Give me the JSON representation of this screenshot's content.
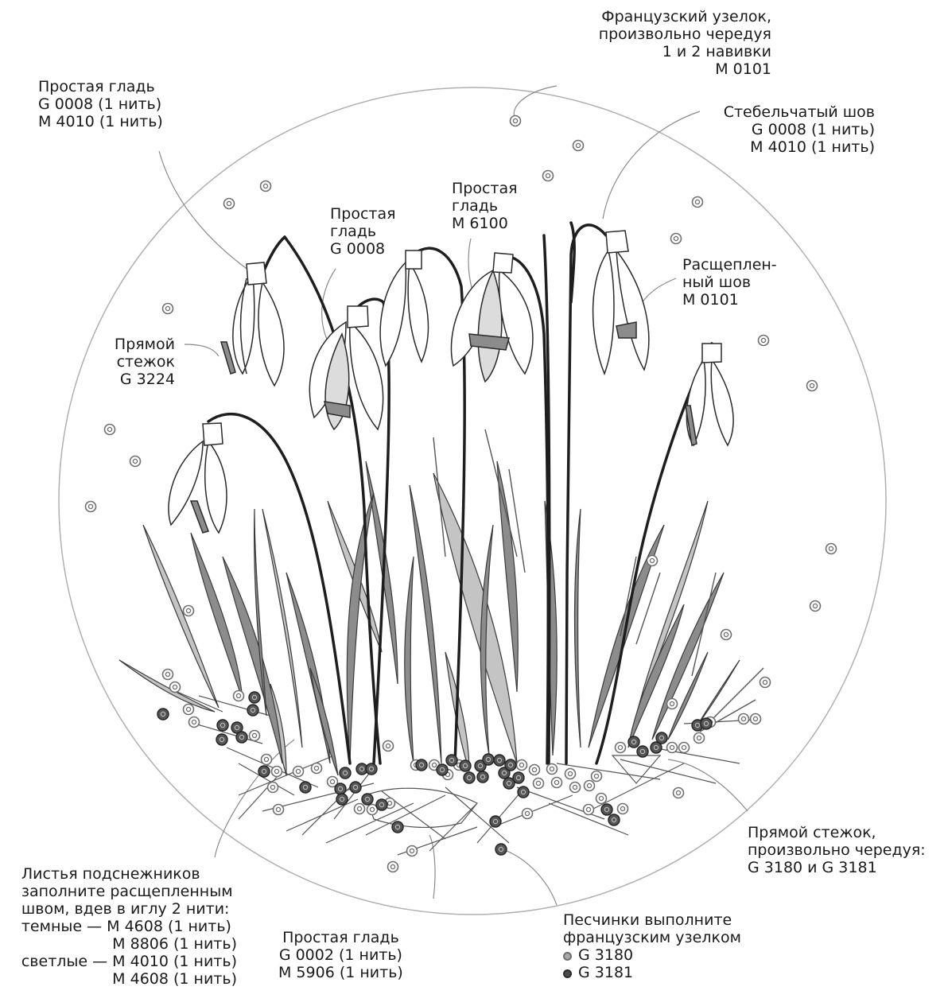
{
  "diagram": {
    "labels": {
      "french_knot_top": [
        "Французский узелок,",
        "произвольно чередуя",
        "1 и 2 навивки",
        "M 0101"
      ],
      "satin_left": [
        "Простая гладь",
        "G 0008 (1 нить)",
        "M 4010 (1 нить)"
      ],
      "stem_stitch": [
        "Стебельчатый шов",
        "G 0008 (1 нить)",
        "M 4010 (1 нить)"
      ],
      "satin_center_left": [
        "Простая",
        "гладь",
        "G 0008"
      ],
      "satin_center": [
        "Простая",
        "гладь",
        "M 6100"
      ],
      "split_stitch": [
        "Расщеплен-",
        "ный шов",
        "M 0101"
      ],
      "straight_stitch_left": [
        "Прямой",
        "стежок",
        "G 3224"
      ],
      "straight_stitch_right": [
        "Прямой стежок,",
        "произвольно чередуя:",
        "G 3180 и G 3181"
      ],
      "leaves": [
        "Листья подснежников",
        "заполните расщепленным",
        "швом, вдев в иглу 2 нити:",
        "темные — M 4608 (1 нить)",
        "M 8806 (1 нить)",
        "светлые — M 4010 (1 нить)",
        "M 4608 (1 нить)"
      ],
      "satin_bottom": [
        "Простая гладь",
        "G 0002 (1 нить)",
        "M 5906 (1 нить)"
      ],
      "sand": [
        "Песчинки выполните",
        "французским узелком"
      ],
      "sand_legend": [
        "G 3180",
        "G 3181"
      ]
    },
    "colors": {
      "outline": "#2a2a2a",
      "stem": "#1e1e1e",
      "leaf_dark": "#8c8c8c",
      "leaf_light": "#c4c4c4",
      "petal": "#ffffff",
      "petal_shade": "#dcdcdc",
      "knot_light": "#a9a9a9",
      "knot_dark": "#4a4a4a",
      "hoop": "#b0b0b0",
      "leader": "#8a8a8a"
    },
    "icons": [
      "french-knot-light-icon",
      "french-knot-dark-icon"
    ]
  }
}
